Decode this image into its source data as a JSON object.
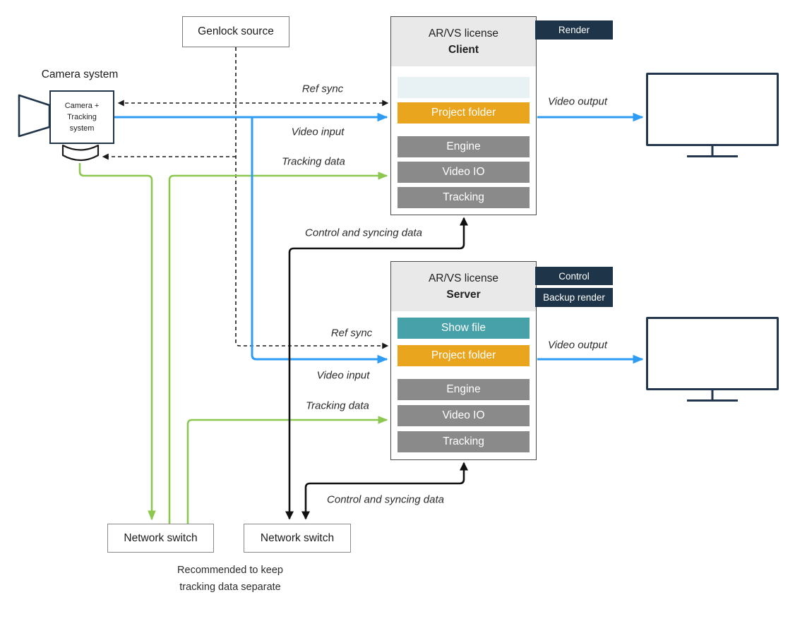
{
  "camera": {
    "title": "Camera system",
    "box_lines": [
      "Camera +",
      "Tracking",
      "system"
    ]
  },
  "genlock": {
    "label": "Genlock source"
  },
  "client": {
    "license": "AR/VS license",
    "role": "Client",
    "badges": [
      {
        "label": "Render",
        "color": "#1e3448"
      }
    ],
    "rows": [
      {
        "label": "",
        "color": "#e8f1f4"
      },
      {
        "label": "Project folder",
        "color": "#e9a51d"
      },
      {
        "label": "Engine",
        "color": "#8a8a8a"
      },
      {
        "label": "Video IO",
        "color": "#8a8a8a"
      },
      {
        "label": "Tracking",
        "color": "#8a8a8a"
      }
    ]
  },
  "server": {
    "license": "AR/VS license",
    "role": "Server",
    "badges": [
      {
        "label": "Control",
        "color": "#1e3448"
      },
      {
        "label": "Backup render",
        "color": "#1e3448"
      }
    ],
    "rows": [
      {
        "label": "Show file",
        "color": "#46a1a8"
      },
      {
        "label": "Project folder",
        "color": "#e9a51d"
      },
      {
        "label": "Engine",
        "color": "#8a8a8a"
      },
      {
        "label": "Video IO",
        "color": "#8a8a8a"
      },
      {
        "label": "Tracking",
        "color": "#8a8a8a"
      }
    ]
  },
  "switches": {
    "left": "Network switch",
    "right": "Network switch"
  },
  "monitors": {
    "count": 2
  },
  "edges": {
    "ref_sync_client": {
      "label": "Ref sync",
      "style": "dashed",
      "color": "#1a1a1a",
      "from": "Client",
      "to": "Camera + Tracking system",
      "bidirectional": true
    },
    "ref_sync_server": {
      "label": "Ref sync",
      "style": "dashed",
      "color": "#1a1a1a",
      "from": "Genlock source",
      "to": "Server"
    },
    "genlock_to_sensor": {
      "label": "",
      "style": "dashed",
      "color": "#1a1a1a",
      "from": "Genlock source",
      "to": "Tracking sensor"
    },
    "video_input_client": {
      "label": "Video input",
      "style": "solid",
      "color": "#2e9cf4",
      "from": "Camera + Tracking system",
      "to": "Client"
    },
    "video_input_server": {
      "label": "Video input",
      "style": "solid",
      "color": "#2e9cf4",
      "from": "Camera + Tracking system",
      "to": "Server"
    },
    "tracking_to_switch": {
      "label": "",
      "style": "solid",
      "color": "#8cc74f",
      "from": "Tracking sensor",
      "to": "Network switch (left)"
    },
    "tracking_data_client": {
      "label": "Tracking data",
      "style": "solid",
      "color": "#8cc74f",
      "from": "Network switch (left)",
      "to": "Client"
    },
    "tracking_data_server": {
      "label": "Tracking data",
      "style": "solid",
      "color": "#8cc74f",
      "from": "Network switch (left)",
      "to": "Server"
    },
    "control_client": {
      "label": "Control and syncing data",
      "style": "solid",
      "color": "#1a1a1a",
      "from": "Client",
      "to": "Network switch (right)",
      "bidirectional": true
    },
    "control_server": {
      "label": "Control and syncing data",
      "style": "solid",
      "color": "#1a1a1a",
      "from": "Server",
      "to": "Network switch (right)",
      "bidirectional": true
    },
    "video_output_client": {
      "label": "Video output",
      "style": "solid",
      "color": "#2e9cf4",
      "from": "Client",
      "to": "Monitor (top)"
    },
    "video_output_server": {
      "label": "Video output",
      "style": "solid",
      "color": "#2e9cf4",
      "from": "Server",
      "to": "Monitor (bottom)"
    }
  },
  "caption": {
    "line1": "Recommended to keep",
    "line2": "tracking data separate"
  },
  "colors": {
    "accent_blue": "#2e9cf4",
    "accent_green": "#8cc74f",
    "navy_badge": "#1e3448",
    "monitor_border": "#22364d",
    "teal_showfile": "#46a1a8",
    "orange_folder": "#e9a51d",
    "gray_module": "#8a8a8a",
    "header_gray": "#e9e9e9",
    "placeholder_row": "#e8f1f4"
  }
}
